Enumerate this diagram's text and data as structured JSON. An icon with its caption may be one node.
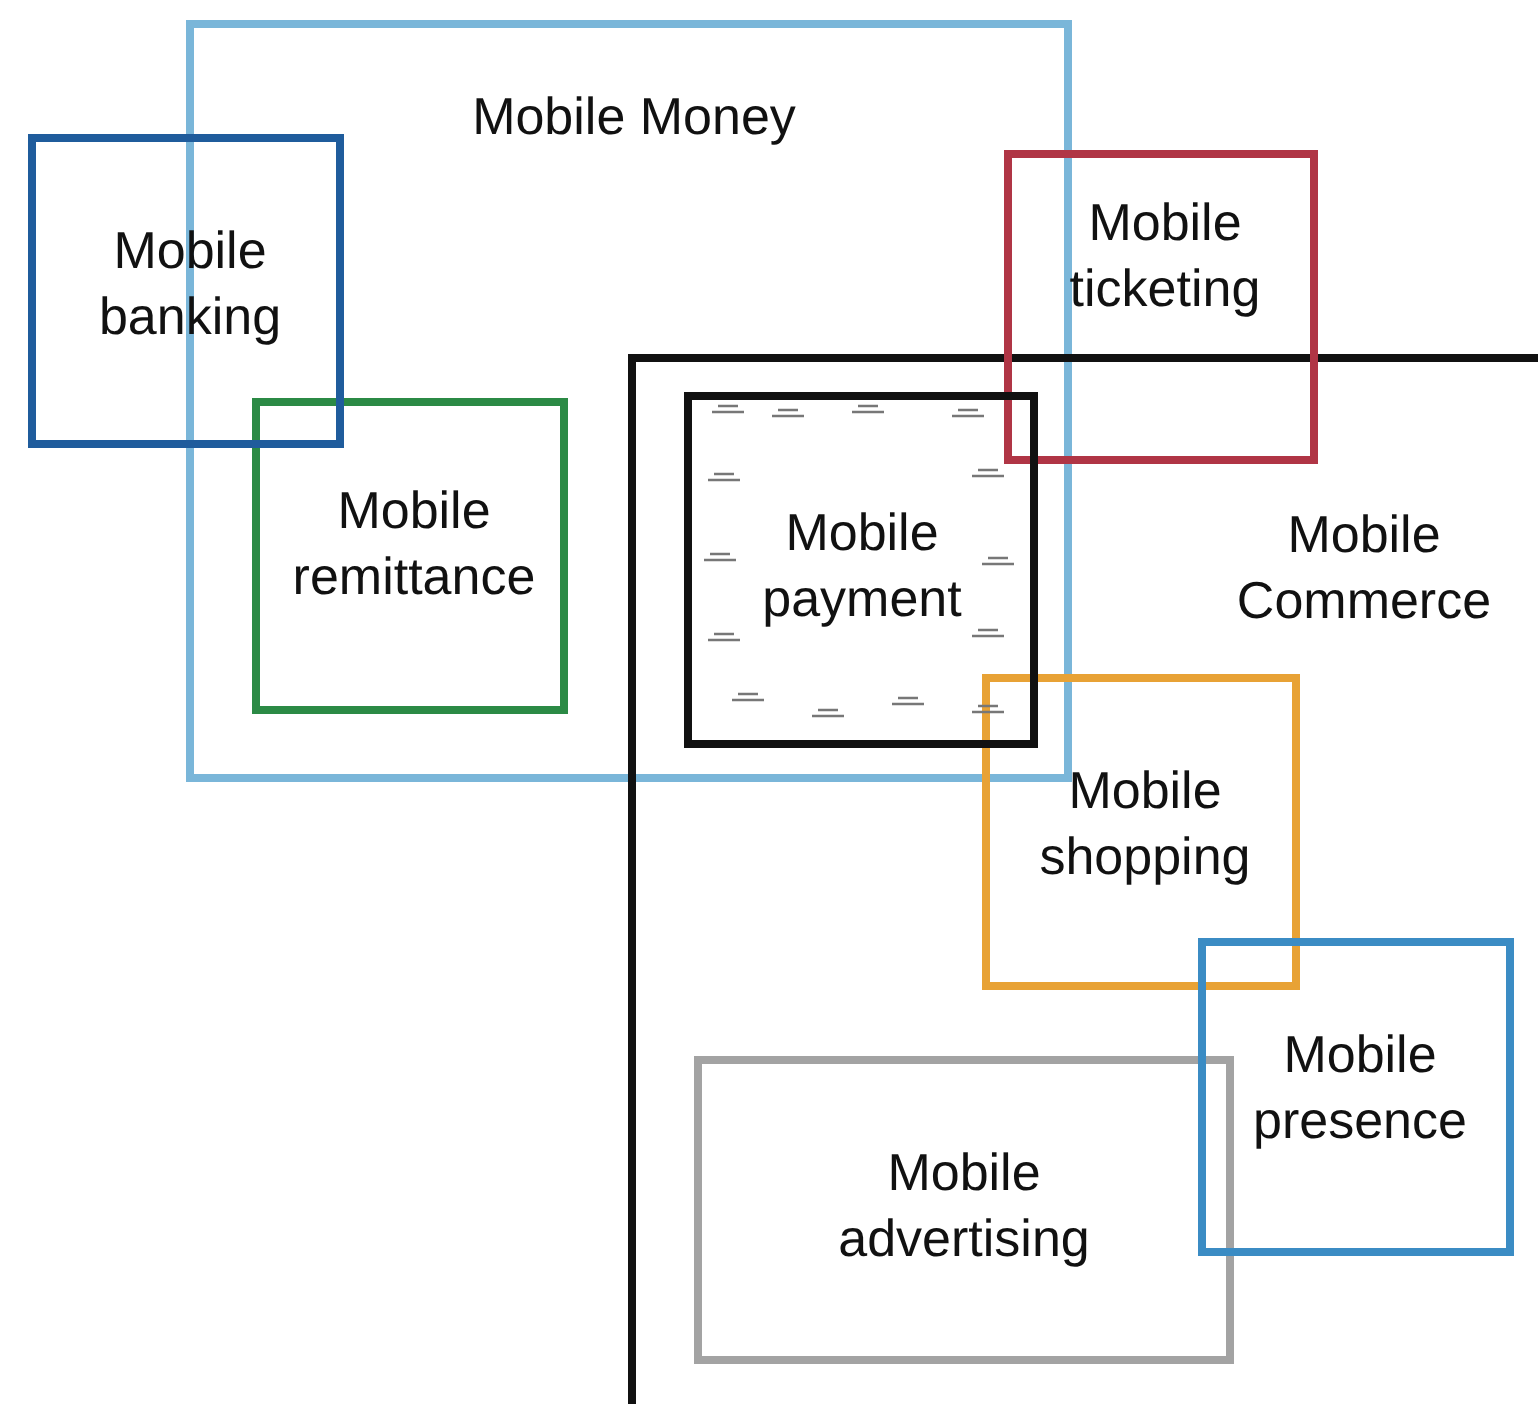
{
  "diagram": {
    "nodes": [
      {
        "text": [
          "Mobile Money"
        ]
      },
      {
        "text": [
          "Mobile banking"
        ]
      },
      {
        "text": [
          "Mobile remittance"
        ],
        "in": 0
      },
      {
        "text": [
          "Mobile ticketing"
        ]
      },
      {
        "text": [
          "Mobile Commerce"
        ]
      },
      {
        "text": [
          "Mobile payment"
        ]
      },
      {
        "text": [
          "Mobile shopping"
        ],
        "in": 4
      },
      {
        "text": [
          "Mobile presence"
        ],
        "in": 4
      },
      {
        "text": [
          "Mobile advertising"
        ],
        "in": 4
      }
    ]
  }
}
